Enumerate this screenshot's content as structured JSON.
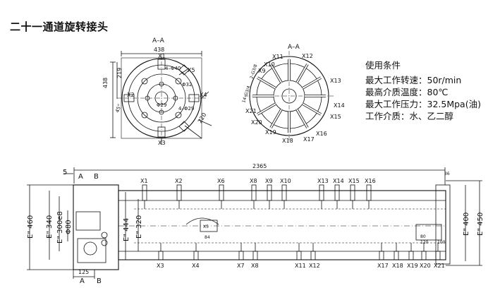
{
  "title": "二十一通道旋转接头",
  "conditions": {
    "heading": "使用条件",
    "rows": [
      "最大工作转速：50r/min",
      "最高介质温度：80℃",
      "最大工作压力：32.5Mpa(油)",
      "工作介质：水、乙二醇"
    ]
  },
  "sections": {
    "left_label": "A–A",
    "right_label": "A–A"
  },
  "left_view": {
    "width_dim": "438",
    "height_dim": "438",
    "inner_dim": "219",
    "dim_220": "220",
    "angle": "45°",
    "holes_top": "4–Φ40",
    "holes_bottom": "4–Φ29",
    "dia_32": "Φ32",
    "dia_29": "Φ29",
    "ports": {
      "x1": "X1",
      "x2": "X2",
      "x3": "X3",
      "x4": "X4",
      "x5": "X5"
    }
  },
  "right_view": {
    "ports": [
      "X10",
      "X11",
      "X12",
      "X13",
      "X14",
      "X15",
      "X16",
      "X17",
      "X18",
      "X19",
      "X20",
      "X21",
      "X9"
    ],
    "thread_label": "14–G3/4",
    "thread_label2": "2–G3/8"
  },
  "main_view": {
    "total_length": "2365",
    "dim_5": "5",
    "dim_36": "36",
    "dim_125": "125",
    "dim_84": "84",
    "dim_80": "80",
    "dim_120": "120",
    "dim_100": "100",
    "dim_left_460": "E\" 460",
    "dim_left_340": "E\" 340",
    "dim_left_300": "E\" 300e8",
    "dim_left_80": "Φ80",
    "dim_left_444": "E\" 444",
    "dim_left_320": "E\" 320",
    "dim_right_400": "E\" 400",
    "dim_right_450": "E\" 450",
    "section_a": "A",
    "section_b": "B",
    "top_ports": [
      "X1",
      "X2",
      "X6",
      "X8",
      "X9",
      "X10",
      "X13",
      "X14",
      "X15",
      "X16"
    ],
    "bottom_ports": [
      "X3",
      "X4",
      "X7",
      "X8",
      "X11",
      "X12",
      "X17",
      "X18",
      "X19",
      "X20",
      "X21"
    ],
    "x5_label": "X5"
  }
}
